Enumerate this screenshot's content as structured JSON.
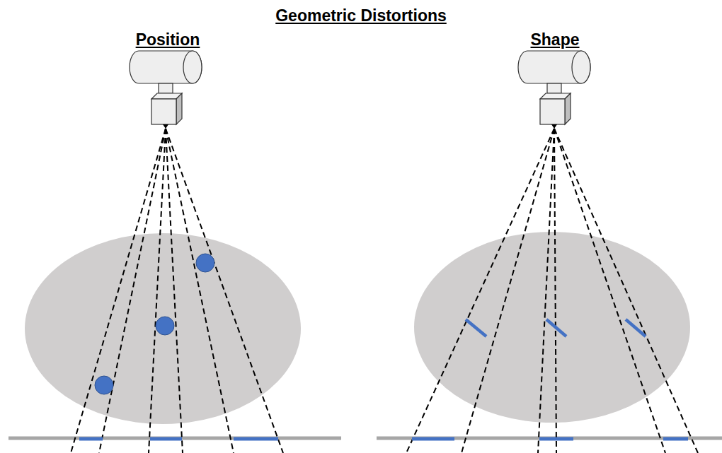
{
  "diagram": {
    "title": "Geometric Distortions",
    "labels": [
      "Position",
      "Shape"
    ]
  }
}
